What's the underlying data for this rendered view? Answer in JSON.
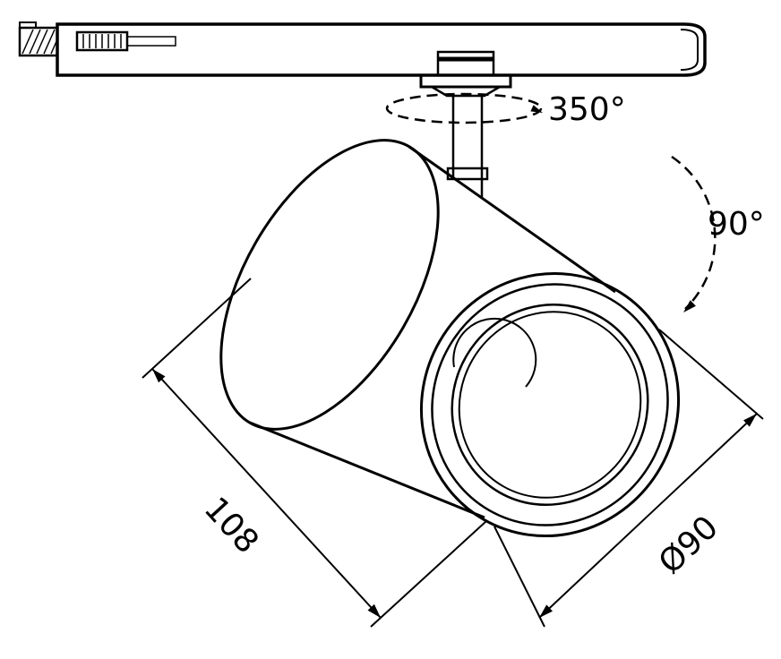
{
  "page": {
    "background": "#ffffff",
    "line_color": "#000000"
  },
  "diagram": {
    "type": "technical-line-drawing",
    "subject": "track-mounted spotlight with rotation and dimension annotations",
    "annotations": {
      "horizontal_rotation": "350°",
      "vertical_tilt": "90°",
      "body_length": "108",
      "front_diameter": "Ø90"
    }
  }
}
